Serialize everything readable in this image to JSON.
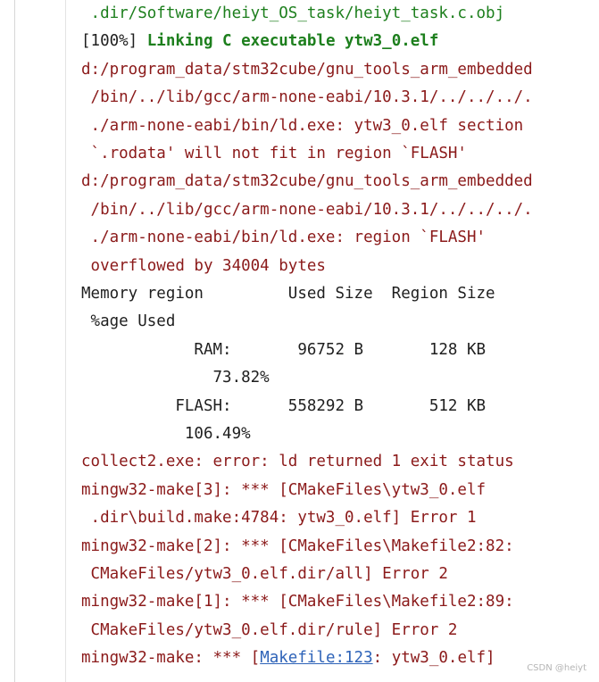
{
  "console": {
    "lines": [
      {
        "text": " .dir/Software/heiyt_OS_task/heiyt_task.c.obj",
        "kind": "ok-line"
      },
      {
        "prefix": "[100%] ",
        "text": "Linking C executable ytw3_0.elf",
        "kind": "progress"
      },
      {
        "text": "d:/program_data/stm32cube/gnu_tools_arm_embedded",
        "kind": "err"
      },
      {
        "text": " /bin/../lib/gcc/arm-none-eabi/10.3.1/../../../.",
        "kind": "err"
      },
      {
        "text": " ./arm-none-eabi/bin/ld.exe: ytw3_0.elf section",
        "kind": "err"
      },
      {
        "text": " `.rodata' will not fit in region `FLASH'",
        "kind": "err"
      },
      {
        "text": "d:/program_data/stm32cube/gnu_tools_arm_embedded",
        "kind": "err"
      },
      {
        "text": " /bin/../lib/gcc/arm-none-eabi/10.3.1/../../../.",
        "kind": "err"
      },
      {
        "text": " ./arm-none-eabi/bin/ld.exe: region `FLASH'",
        "kind": "err"
      },
      {
        "text": " overflowed by 34004 bytes",
        "kind": "err"
      },
      {
        "text": "Memory region         Used Size  Region Size",
        "kind": "norm"
      },
      {
        "text": " %age Used",
        "kind": "norm"
      },
      {
        "text": "            RAM:       96752 B       128 KB",
        "kind": "norm"
      },
      {
        "text": "              73.82%",
        "kind": "norm"
      },
      {
        "text": "          FLASH:      558292 B       512 KB",
        "kind": "norm"
      },
      {
        "text": "           106.49%",
        "kind": "norm"
      },
      {
        "text": "collect2.exe: error: ld returned 1 exit status",
        "kind": "err"
      },
      {
        "text": "mingw32-make[3]: *** [CMakeFiles\\ytw3_0.elf",
        "kind": "err"
      },
      {
        "text": " .dir\\build.make:4784: ytw3_0.elf] Error 1",
        "kind": "err"
      },
      {
        "text": "mingw32-make[2]: *** [CMakeFiles\\Makefile2:82:",
        "kind": "err"
      },
      {
        "text": " CMakeFiles/ytw3_0.elf.dir/all] Error 2",
        "kind": "err"
      },
      {
        "text": "mingw32-make[1]: *** [CMakeFiles\\Makefile2:89:",
        "kind": "err"
      },
      {
        "text": " CMakeFiles/ytw3_0.elf.dir/rule] Error 2",
        "kind": "err"
      }
    ],
    "last_line": {
      "prefix": "mingw32-make: *** [",
      "link": "Makefile:123",
      "suffix": ": ytw3_0.elf]"
    }
  },
  "watermark": "CSDN @heiyt",
  "colors": {
    "error": "#8b1a1a",
    "success": "#1d7f1d",
    "link": "#2e63b8",
    "text": "#1f1f1f"
  }
}
